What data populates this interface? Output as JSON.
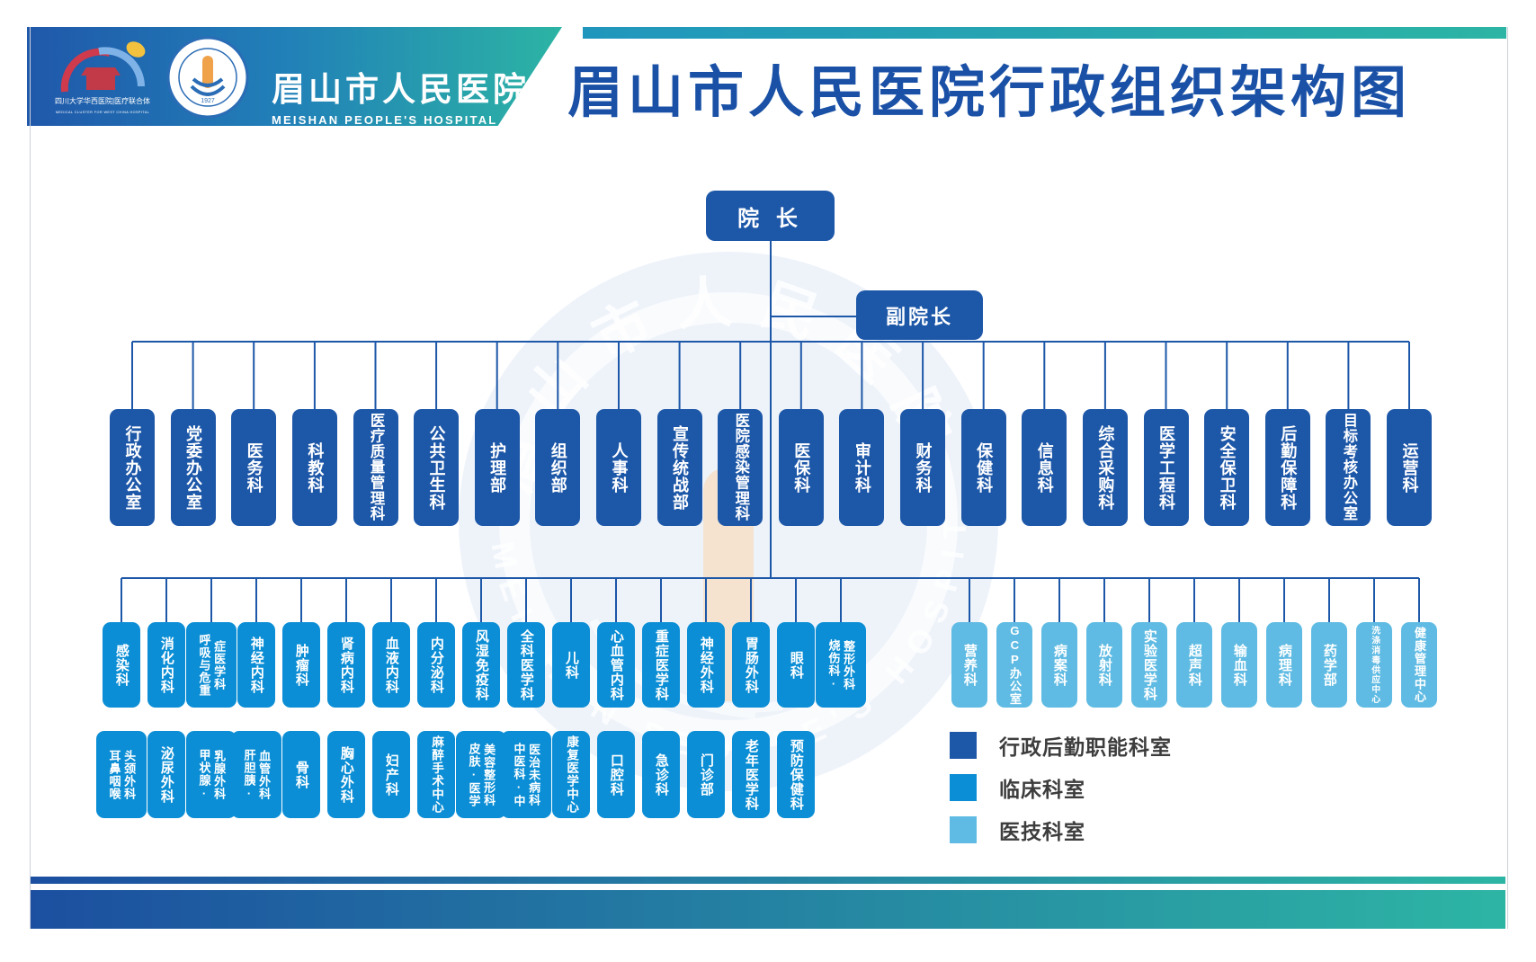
{
  "header": {
    "affiliate_logo": {
      "line1": "四川大学华西医院|医疗联合体",
      "line2": "MEDICAL CLUSTER FOR WEST CHINA HOSPITAL"
    },
    "hospital_logo": {
      "year": "1927"
    },
    "hospital_name_cn": "眉山市人民医院",
    "hospital_name_en": "MEISHAN PEOPLE'S HOSPITAL",
    "title": "眉山市人民医院行政组织架构图"
  },
  "watermark": {
    "cn": "眉山市人民医院",
    "en": "MEISHAN PEOPLE'S HOSPITAL"
  },
  "org": {
    "president": "院 长",
    "vice_president": "副院长",
    "admin_departments": [
      {
        "label": "行政办公室"
      },
      {
        "label": "党委办公室"
      },
      {
        "label": "医务科"
      },
      {
        "label": "科教科"
      },
      {
        "label": "医疗质量管理科"
      },
      {
        "label": "公共卫生科"
      },
      {
        "label": "护理部"
      },
      {
        "label": "组织部"
      },
      {
        "label": "人事科"
      },
      {
        "label": "宣传统战部"
      },
      {
        "label": "医院感染管理科"
      },
      {
        "label": "医保科"
      },
      {
        "label": "审计科"
      },
      {
        "label": "财务科"
      },
      {
        "label": "保健科"
      },
      {
        "label": "信息科"
      },
      {
        "label": "综合采购科"
      },
      {
        "label": "医学工程科"
      },
      {
        "label": "安全保卫科"
      },
      {
        "label": "后勤保障科"
      },
      {
        "label": "目标考核办公室"
      },
      {
        "label": "运营科"
      }
    ],
    "clinical_row1": [
      {
        "label": "感染科"
      },
      {
        "label": "消化内科"
      },
      {
        "label": "呼吸与危重症医学科",
        "cols": [
          "呼吸与危重",
          "症医学科"
        ]
      },
      {
        "label": "神经内科"
      },
      {
        "label": "肿瘤科"
      },
      {
        "label": "肾病内科"
      },
      {
        "label": "血液内科"
      },
      {
        "label": "内分泌科"
      },
      {
        "label": "风湿免疫科"
      },
      {
        "label": "全科医学科"
      },
      {
        "label": "儿科"
      },
      {
        "label": "心血管内科"
      },
      {
        "label": "重症医学科"
      },
      {
        "label": "神经外科"
      },
      {
        "label": "胃肠外科"
      },
      {
        "label": "眼科"
      },
      {
        "label": "整形外科·烧伤科",
        "cols": [
          "烧伤科·",
          "整形外科"
        ]
      }
    ],
    "clinical_row2": [
      {
        "label": "耳鼻咽喉头颈外科",
        "cols": [
          "耳鼻咽喉",
          "头颈外科"
        ]
      },
      {
        "label": "泌尿外科"
      },
      {
        "label": "甲状腺·乳腺外科",
        "cols": [
          "甲状腺·",
          "乳腺外科"
        ]
      },
      {
        "label": "肝胆胰·血管外科",
        "cols": [
          "肝胆胰·",
          "血管外科"
        ]
      },
      {
        "label": "骨科"
      },
      {
        "label": "胸心外科"
      },
      {
        "label": "妇产科"
      },
      {
        "label": "麻醉手术中心"
      },
      {
        "label": "皮肤·医学美容整形科",
        "cols": [
          "皮肤·医学",
          "美容整形科"
        ]
      },
      {
        "label": "中医科·中医治未病科",
        "cols": [
          "中医科·中",
          "医治未病科"
        ]
      },
      {
        "label": "康复医学中心"
      },
      {
        "label": "口腔科"
      },
      {
        "label": "急诊科"
      },
      {
        "label": "门诊部"
      },
      {
        "label": "老年医学科"
      },
      {
        "label": "预防保健科"
      }
    ],
    "medtech_departments": [
      {
        "label": "营养科"
      },
      {
        "label": "GCP办公室"
      },
      {
        "label": "病案科"
      },
      {
        "label": "放射科"
      },
      {
        "label": "实验医学科"
      },
      {
        "label": "超声科"
      },
      {
        "label": "输血科"
      },
      {
        "label": "病理科"
      },
      {
        "label": "药学部"
      },
      {
        "label": "洗涤消毒供应中心"
      },
      {
        "label": "健康管理中心"
      }
    ]
  },
  "legend": [
    {
      "label": "行政后勤职能科室",
      "color": "#1d57a8"
    },
    {
      "label": "临床科室",
      "color": "#0b8ed5"
    },
    {
      "label": "医技科室",
      "color": "#5fbbe3"
    }
  ],
  "colors": {
    "admin": "#1d57a8",
    "clinical": "#0b8ed5",
    "medtech": "#5fbbe3",
    "line": "#1d57a8",
    "title": "#1a51a6"
  }
}
